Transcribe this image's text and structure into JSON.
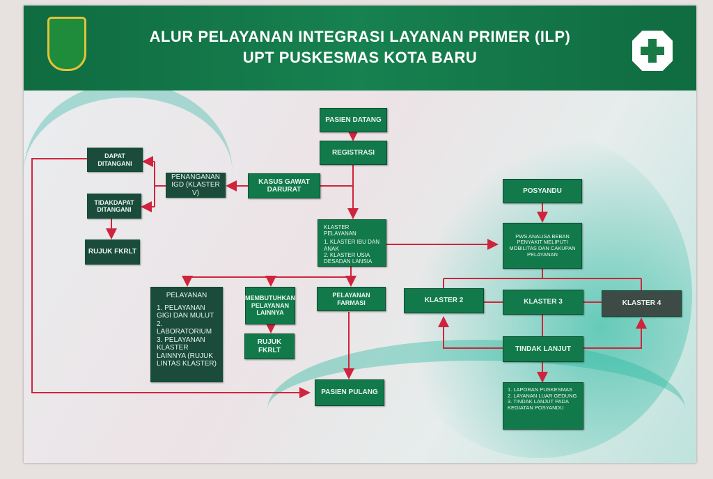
{
  "header": {
    "title_line1": "ALUR PELAYANAN INTEGRASI LAYANAN PRIMER (ILP)",
    "title_line2": "UPT PUSKESMAS KOTA BARU",
    "left_logo": "regional-emblem",
    "right_logo": "puskesmas-logo"
  },
  "nodes": {
    "pasien_datang": "PASIEN DATANG",
    "registrasi": "REGISTRASI",
    "kasus_gawat_darurat": "KASUS GAWAT DARURAT",
    "penanganan_igd": "PENANGANAN IGD (KLASTER V)",
    "dapat_ditangani": "DAPAT DITANGANI",
    "tidak_dapat_ditangani": "TIDAKDAPAT DITANGANI",
    "rujuk_fkrlt_1": "RUJUK FKRLT",
    "klaster_pelayanan": {
      "title": "KLASTER PELAYANAN",
      "items": [
        "1. KLASTER IBU DAN ANAK",
        "2. KLASTER USIA DESADAN LANSIA"
      ]
    },
    "pelayanan": {
      "title": "PELAYANAN",
      "items": [
        "1. PELAYANAN GIGI DAN MULUT",
        "2. LABORATORIUM",
        "3. PELAYANAN KLASTER LAINNYA (RUJUK LINTAS KLASTER)"
      ]
    },
    "membutuhkan": "MEMBUTUHKAN PELAYANAN LAINNYA",
    "rujuk_fkrlt_2": "RUJUK FKRLT",
    "pelayanan_farmasi": "PELAYANAN FARMASI",
    "pasien_pulang": "PASIEN PULANG",
    "posyandu": "POSYANDU",
    "pws": "PWS ANALISA BEBAN PENYAKIT MELIPUTI MOBILITAS DAN CAKUPAN PELAYANAN",
    "klaster_2": "KLASTER 2",
    "klaster_3": "KLASTER 3",
    "klaster_4": "KLASTER 4",
    "tindak_lanjut": "TINDAK LANJUT",
    "laporan": {
      "items": [
        "1. LAPORAN PUSKESMAS",
        "2. LAYANAN LUAR GEDUNG",
        "3. TINDAK LANJUT PADA KEGIATAN POSYANDU"
      ]
    }
  },
  "colors": {
    "header": "#178150",
    "box": "#12794b",
    "arrow": "#d0243c"
  }
}
